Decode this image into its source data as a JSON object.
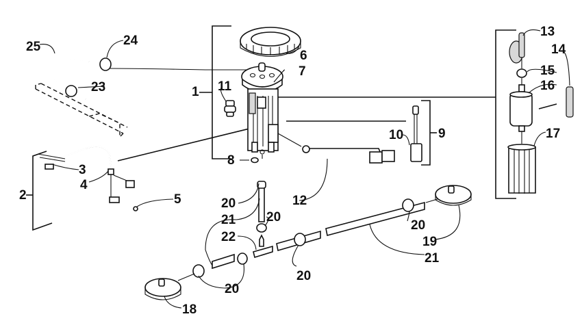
{
  "diagram": {
    "type": "exploded-parts-diagram",
    "subject": "fuel pump assembly",
    "callouts": [
      {
        "id": "1",
        "label": "1"
      },
      {
        "id": "2",
        "label": "2"
      },
      {
        "id": "3",
        "label": "3"
      },
      {
        "id": "4",
        "label": "4"
      },
      {
        "id": "5",
        "label": "5"
      },
      {
        "id": "6",
        "label": "6"
      },
      {
        "id": "7",
        "label": "7"
      },
      {
        "id": "8",
        "label": "8"
      },
      {
        "id": "9",
        "label": "9"
      },
      {
        "id": "10",
        "label": "10"
      },
      {
        "id": "11",
        "label": "11"
      },
      {
        "id": "12",
        "label": "12"
      },
      {
        "id": "13",
        "label": "13"
      },
      {
        "id": "14",
        "label": "14"
      },
      {
        "id": "15",
        "label": "15"
      },
      {
        "id": "16",
        "label": "16"
      },
      {
        "id": "17",
        "label": "17"
      },
      {
        "id": "18",
        "label": "18"
      },
      {
        "id": "19",
        "label": "19"
      },
      {
        "id": "20a",
        "label": "20"
      },
      {
        "id": "20b",
        "label": "20"
      },
      {
        "id": "20c",
        "label": "20"
      },
      {
        "id": "20d",
        "label": "20"
      },
      {
        "id": "20e",
        "label": "20"
      },
      {
        "id": "21a",
        "label": "21"
      },
      {
        "id": "21b",
        "label": "21"
      },
      {
        "id": "22",
        "label": "22"
      },
      {
        "id": "23",
        "label": "23"
      },
      {
        "id": "24",
        "label": "24"
      },
      {
        "id": "25",
        "label": "25"
      }
    ]
  }
}
